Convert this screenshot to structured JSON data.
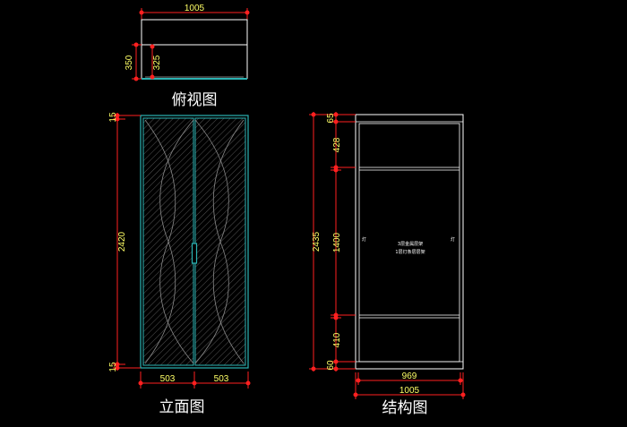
{
  "views": {
    "top": {
      "title": "俯视图",
      "dims": {
        "width": "1005",
        "depth_outer": "350",
        "depth_inner": "325"
      }
    },
    "front": {
      "title": "立面图",
      "dims": {
        "top": "15",
        "height": "2420",
        "bottom": "15",
        "left_door": "503",
        "right_door": "503"
      }
    },
    "structure": {
      "title": "结构图",
      "dims": {
        "top": "65",
        "upper": "428",
        "total": "2435",
        "middle": "1400",
        "lower": "410",
        "base": "60",
        "inner_width": "969",
        "outer_width": "1005"
      },
      "labels": {
        "light_left": "灯",
        "light_right": "灯",
        "note_line1": "3层金属层架",
        "note_line2": "1层灯条层层架"
      }
    }
  },
  "colors": {
    "background": "#000000",
    "line": "#ffffff",
    "dimension": "#ff2020",
    "dim_text": "#ffff66",
    "door_frame": "#2bb3b3",
    "hatch": "#6a6a6a"
  }
}
